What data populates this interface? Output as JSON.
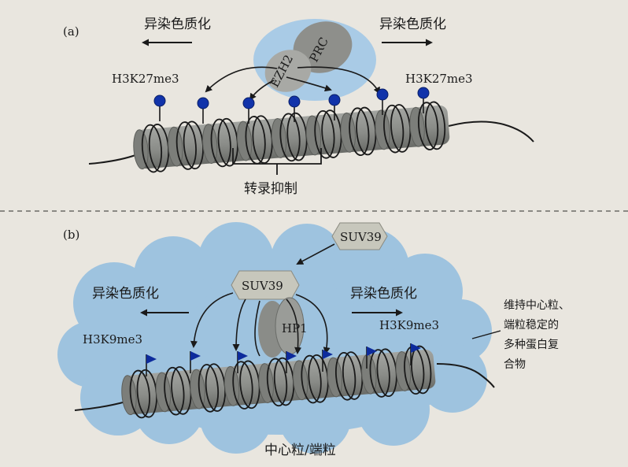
{
  "panel_a": {
    "label": "(a)",
    "heterochromatin_left": "异染色质化",
    "heterochromatin_right": "异染色质化",
    "mark_left": "H3K27me3",
    "mark_right": "H3K27me3",
    "complex_ezh2": "EZH2",
    "complex_prc": "PRC",
    "repression_label": "转录抑制"
  },
  "panel_b": {
    "label": "(b)",
    "suv39_top": "SUV39",
    "suv39_middle": "SUV39",
    "hp1": "HP1",
    "heterochromatin_left": "异染色质化",
    "heterochromatin_right": "异染色质化",
    "mark_left": "H3K9me3",
    "mark_right": "H3K9me3",
    "complex_note_line1": "维持中心粒、",
    "complex_note_line2": "端粒稳定的",
    "complex_note_line3": "多种蛋白复",
    "complex_note_line4": "合物",
    "bottom_label": "中心粒/端粒"
  },
  "colors": {
    "background": "#e9e6df",
    "cloud_blue": "#9ec3df",
    "halo_blue": "#a9cbe6",
    "nucleosome": "#8a8c88",
    "nucleosome_dark": "#5e605c",
    "lollipop": "#1133aa",
    "flag": "#0d2b9c",
    "complex_gray": "#9c9c98",
    "suv39_fill": "#c7c7bc"
  },
  "icons": {
    "lollipop": "methyl-lollipop-icon",
    "flag": "methyl-flag-icon"
  }
}
